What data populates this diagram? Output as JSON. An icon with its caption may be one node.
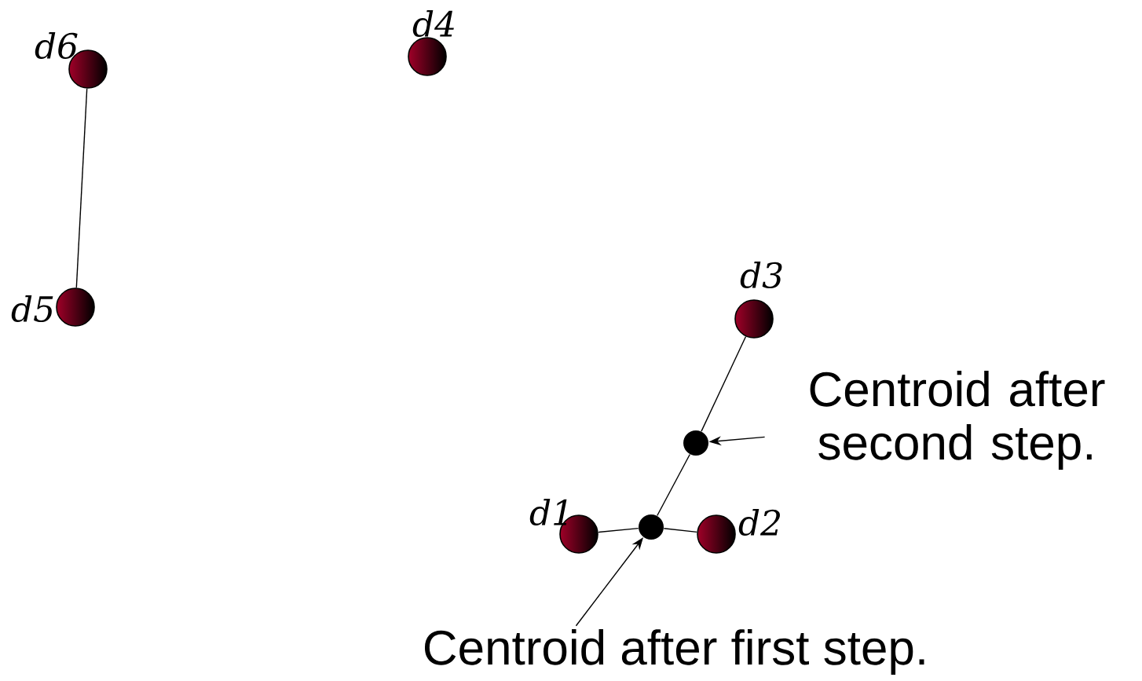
{
  "diagram": {
    "nodes": [
      {
        "text": [
          "d6"
        ]
      },
      {
        "text": [
          "d4"
        ]
      },
      {
        "text": [
          "d5"
        ]
      },
      {
        "text": [
          "d3"
        ]
      },
      {
        "text": [
          "d1"
        ]
      },
      {
        "text": [
          "d2"
        ]
      },
      {
        "text": [],
        "shape": "circle"
      },
      {
        "text": [],
        "shape": "circle"
      },
      {
        "text": [
          "Centroid after second step."
        ]
      },
      {
        "text": [
          "Centroid after first step."
        ]
      }
    ],
    "edges": [
      {
        "from": 0,
        "to": 2,
        "arrow": "none"
      },
      {
        "from": 4,
        "to": 6,
        "arrow": "none"
      },
      {
        "from": 6,
        "to": 5,
        "arrow": "none"
      },
      {
        "from": 6,
        "to": 7,
        "arrow": "none"
      },
      {
        "from": 7,
        "to": 3,
        "arrow": "none"
      },
      {
        "from": 8,
        "to": 7,
        "arrow": "to"
      },
      {
        "from": 9,
        "to": 6,
        "arrow": "to"
      }
    ]
  }
}
